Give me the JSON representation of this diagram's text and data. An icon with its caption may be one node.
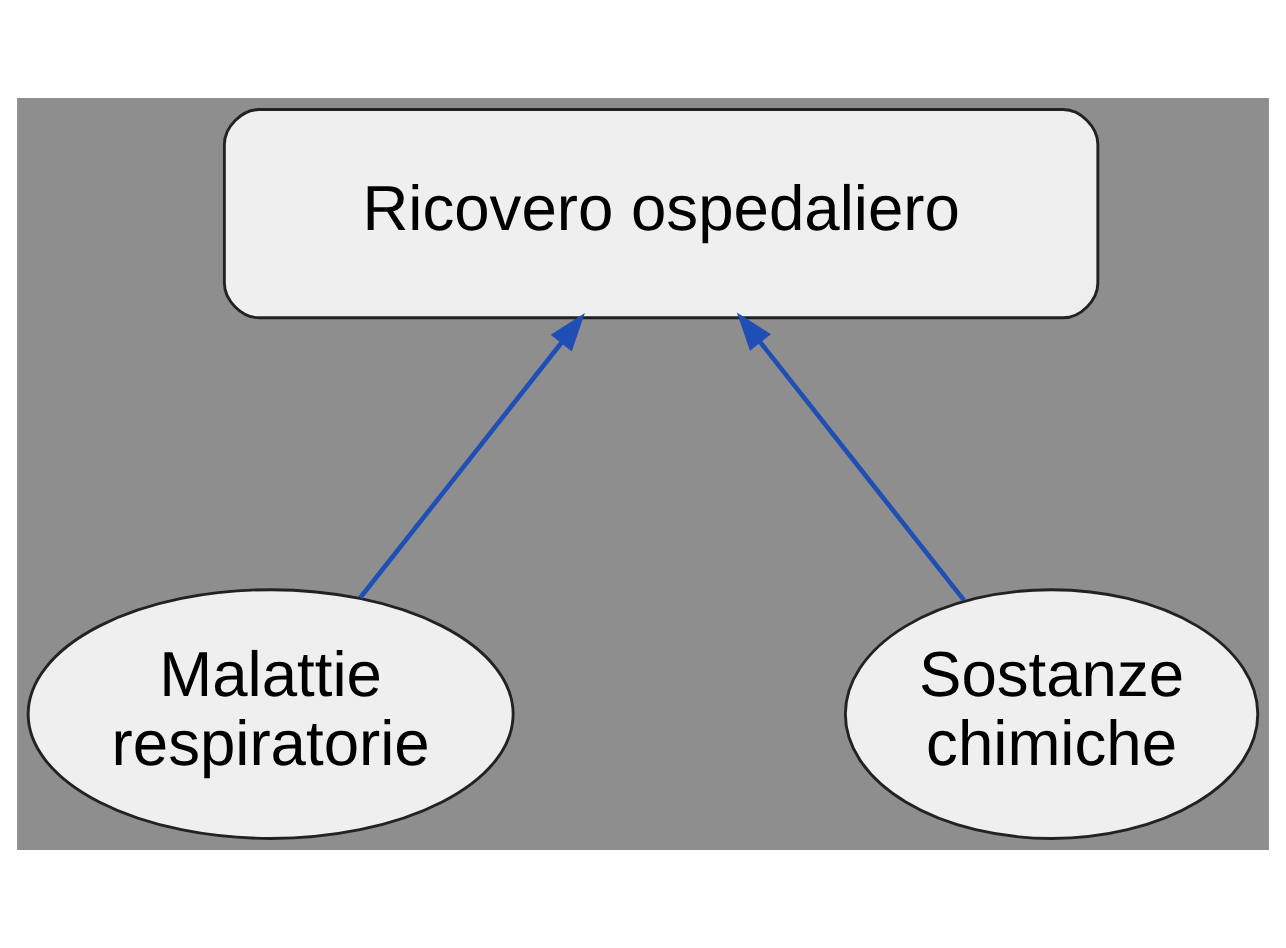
{
  "diagram": {
    "nodes": [
      {
        "text": [
          "Ricovero ospedaliero"
        ]
      },
      {
        "text": [
          "Malattie respiratorie"
        ]
      },
      {
        "text": [
          "Sostanze chimiche"
        ]
      }
    ],
    "edges": [
      {
        "from": 1,
        "to": 0,
        "arrow": "to"
      },
      {
        "from": 2,
        "to": 0,
        "arrow": "to"
      }
    ]
  }
}
